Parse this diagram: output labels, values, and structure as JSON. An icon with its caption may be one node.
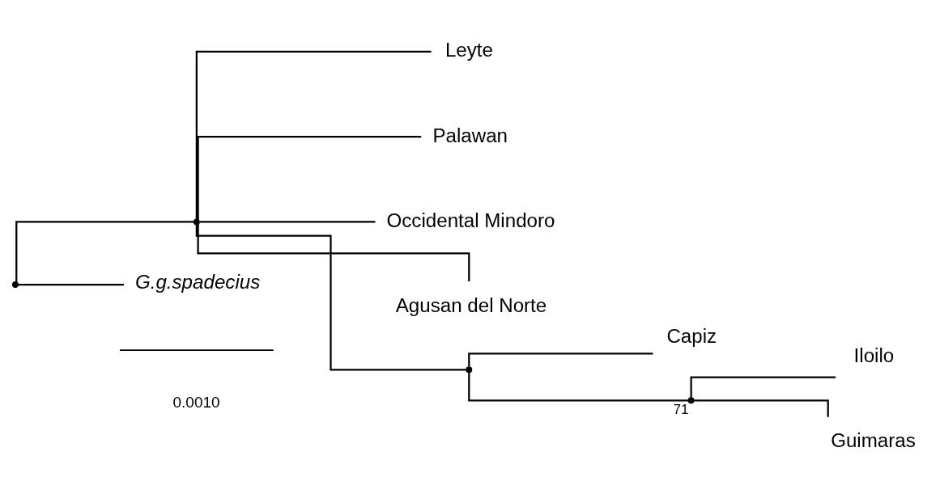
{
  "diagram": {
    "nodes": [
      {
        "text": [],
        "shape": "point"
      },
      {
        "text": [],
        "shape": "point"
      },
      {
        "text": [
          "Leyte"
        ]
      },
      {
        "text": [
          "Palawan"
        ]
      },
      {
        "text": [
          "Occidental Mindoro"
        ]
      },
      {
        "text": [
          "Agusan del Norte"
        ]
      },
      {
        "text": [],
        "shape": "point"
      },
      {
        "text": [
          "Capiz"
        ]
      },
      {
        "text": [],
        "shape": "point",
        "beside": [
          "71"
        ]
      },
      {
        "text": [
          "Iloilo"
        ]
      },
      {
        "text": [
          "Guimaras"
        ]
      },
      {
        "text": [
          "G.g.spadecius"
        ]
      }
    ],
    "edges": [
      {
        "from": 0,
        "to": 1,
        "arrow": "none"
      },
      {
        "from": 1,
        "to": 2,
        "arrow": "none"
      },
      {
        "from": 1,
        "to": 3,
        "arrow": "none"
      },
      {
        "from": 1,
        "to": 4,
        "arrow": "none"
      },
      {
        "from": 1,
        "to": 5,
        "arrow": "none"
      },
      {
        "from": 1,
        "to": 6,
        "arrow": "none"
      },
      {
        "from": 6,
        "to": 7,
        "arrow": "none"
      },
      {
        "from": 6,
        "to": 8,
        "arrow": "none"
      },
      {
        "from": 8,
        "to": 9,
        "arrow": "none"
      },
      {
        "from": 8,
        "to": 10,
        "arrow": "none"
      },
      {
        "from": 0,
        "to": 11,
        "arrow": "none"
      }
    ],
    "labels": [
      "0.0010"
    ]
  }
}
